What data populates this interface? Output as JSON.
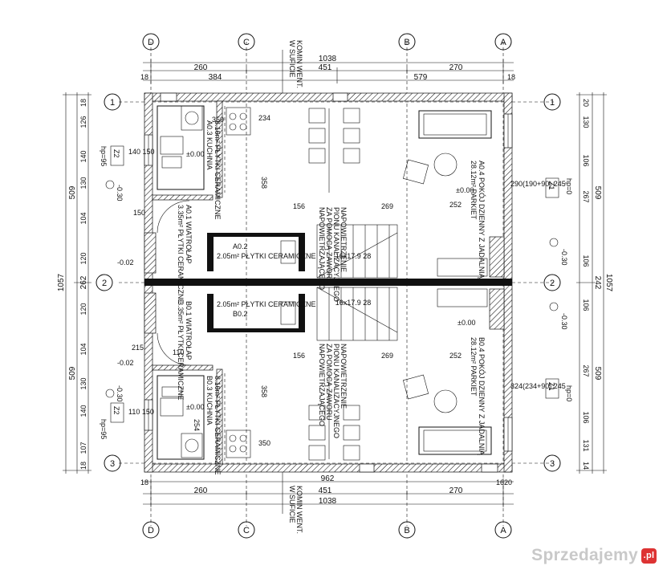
{
  "grid_labels": {
    "cols": [
      "D",
      "C",
      "B",
      "A"
    ],
    "rows": [
      "1",
      "2",
      "3"
    ]
  },
  "ventilation_note": {
    "line1": "KOMIN WENT.",
    "line2": "W SUFICIE"
  },
  "top_dims": {
    "total": "1038",
    "a": "260",
    "b": "451",
    "c": "270",
    "d": "384",
    "e": "579",
    "f": "18",
    "g": "18"
  },
  "bottom_dims": {
    "total": "1038",
    "a": "260",
    "b": "451",
    "c": "270",
    "d": "962",
    "e": "18",
    "f": "1620"
  },
  "left_dims": {
    "total": "1057",
    "top_half": "509",
    "bottom_half": "509",
    "mid": "262",
    "list": [
      "18",
      "126",
      "140",
      "130",
      "104",
      "120",
      "120",
      "104",
      "130",
      "140",
      "107",
      "18"
    ]
  },
  "right_dims": {
    "total": "1057",
    "top_half": "509",
    "bottom_half": "509",
    "mid": "242",
    "list": [
      "20",
      "130",
      "106",
      "267",
      "106",
      "106",
      "267",
      "106",
      "131",
      "14"
    ]
  },
  "rooms": {
    "a01": {
      "name": "A0.1 WIATROŁAP",
      "area": "3.35m² PŁYTKI CERAMICZNE"
    },
    "a02": {
      "name": "A0.2",
      "area": "2.05m² PŁYTKI CERAMICZNE"
    },
    "a03": {
      "name": "A0.3 KUCHNIA",
      "area": "8.16m² PŁYTKI CERAMICZNE"
    },
    "a04": {
      "name": "A0.4 POKÓJ DZIENNY Z JADALNIĄ",
      "area": "28.12m² PARKIET"
    },
    "b01": {
      "name": "B0.1 WIATROŁAP",
      "area": "3.35m² PŁYTKI CERAMICZNE"
    },
    "b02": {
      "name": "B0.2",
      "area": "2.05m² PŁYTKI CERAMICZNE"
    },
    "b03": {
      "name": "B0.3 KUCHNIA",
      "area": "8.16m² PŁYTKI CERAMICZNE"
    },
    "b04": {
      "name": "B0.4 POKÓJ DZIENNY Z JADALNIĄ",
      "area": "28.12m² PARKIET"
    }
  },
  "heating_note": [
    "NAPOWIETRZENIE",
    "PIONU KANALIZACYJNEGO",
    "ZA POMOCĄ ZAWORU",
    "NAPOWIETRZAJĄCEGO"
  ],
  "stairs": {
    "top": "16x17.9 28",
    "bottom": "16x17.9 28"
  },
  "levels": {
    "floor": "±0.00",
    "ext": "-0.30",
    "step": "-0.02",
    "hp0": "hp=0",
    "hp95": "hp=95"
  },
  "window_tags": {
    "z1": "Z1",
    "z2": "Z2",
    "top_z1_size": "290(190+90) 245",
    "bot_z1_size": "324(234+90) 245",
    "z2_size_top": "140 150",
    "z2_size_bot": "110 150"
  },
  "misc_dims": {
    "d350": "350",
    "d358": "358",
    "d269": "269",
    "d252": "252",
    "d254": "254",
    "d156": "156",
    "d234": "234",
    "d110": "110",
    "d215": "215",
    "d150": "150"
  },
  "watermark": {
    "text": "Sprzedajemy",
    "suffix": ".pl"
  }
}
